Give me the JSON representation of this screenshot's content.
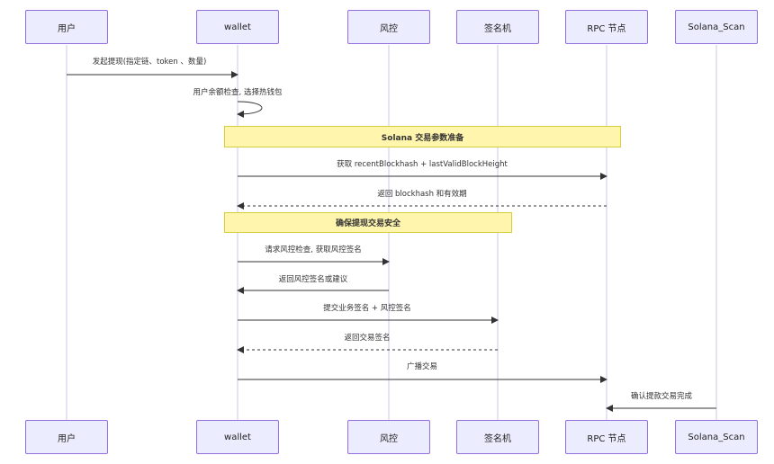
{
  "participants": [
    "用户",
    "wallet",
    "风控",
    "签名机",
    "RPC 节点",
    "Solana_Scan"
  ],
  "notes": [
    "Solana 交易参数准备",
    "确保提现交易安全"
  ],
  "messages": [
    "发起提现(指定链、token 、数量)",
    "用户余额检查, 选择热钱包",
    "获取 recentBlockhash + lastValidBlockHeight",
    "返回 blockhash 和有效期",
    "请求风控检查, 获取风控签名",
    "返回风控签名或建议",
    "提交业务签名 + 风控签名",
    "返回交易签名",
    "广播交易",
    "确认提款交易完成"
  ],
  "colors": {
    "actor_fill": "#ECECFF",
    "actor_border": "#9370DB",
    "note_fill": "#FFF5AD",
    "note_border": "#D8CD3C",
    "line": "#333333",
    "lifeline": "#B5B5E0"
  }
}
